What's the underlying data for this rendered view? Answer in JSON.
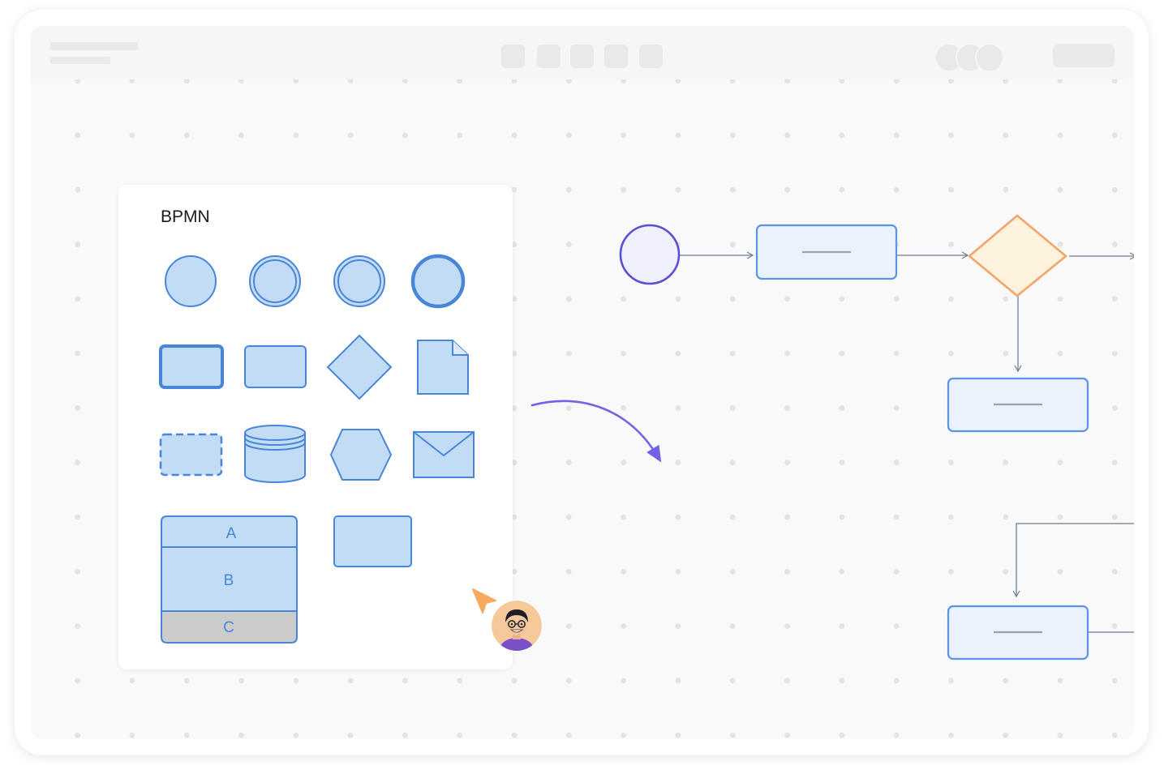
{
  "panel": {
    "title": "BPMN",
    "pool_lanes": [
      "A",
      "B",
      "C"
    ]
  },
  "colors": {
    "shape_fill": "#c3dcf6",
    "shape_stroke": "#4a86d8",
    "flow_node_fill": "#eaf2fd",
    "flow_node_stroke": "#5b93e6",
    "start_event_fill": "#f1f1fd",
    "start_event_stroke": "#5a4fd4",
    "gateway_fill": "#fdf2de",
    "gateway_stroke": "#f2a46a",
    "drag_arrow": "#6a5ae6",
    "cursor": "#f9a860",
    "lane_c_fill": "#cbcbcb"
  }
}
